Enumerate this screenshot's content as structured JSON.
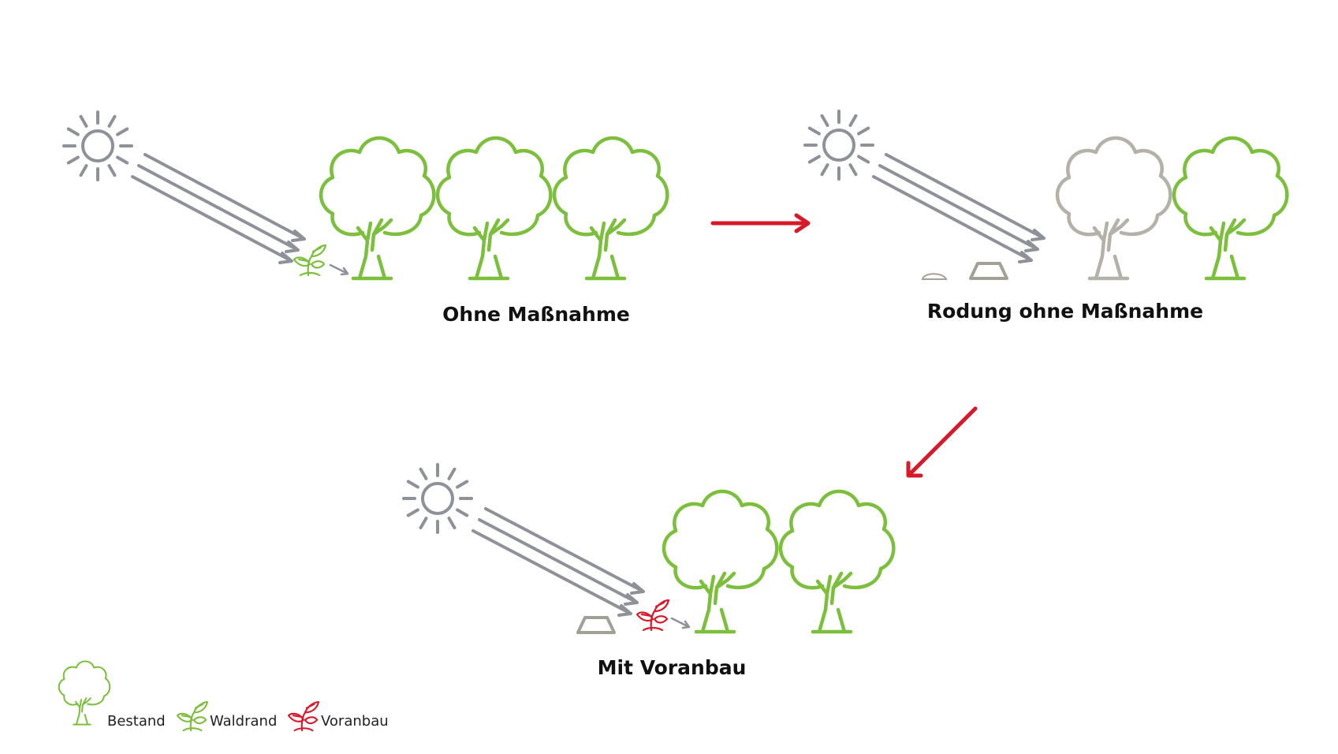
{
  "colors": {
    "tree_green": "#7cbf3c",
    "ray_gray": "#8f9199",
    "stump_gray": "#a3a196",
    "faded_tree": "#b3b1a8",
    "transition_red": "#d7192a",
    "voranbau_red": "#d7192a"
  },
  "scenes": {
    "ohne": {
      "caption": "Ohne Maßnahme"
    },
    "rodung": {
      "caption": "Rodung ohne Maßnahme"
    },
    "voranbau": {
      "caption": "Mit Voranbau"
    }
  },
  "legend": {
    "items": [
      {
        "icon": "tree-icon",
        "label": "Bestand"
      },
      {
        "icon": "sapling-icon",
        "label": "Waldrand"
      },
      {
        "icon": "sapling-icon",
        "label": "Voranbau"
      }
    ]
  }
}
